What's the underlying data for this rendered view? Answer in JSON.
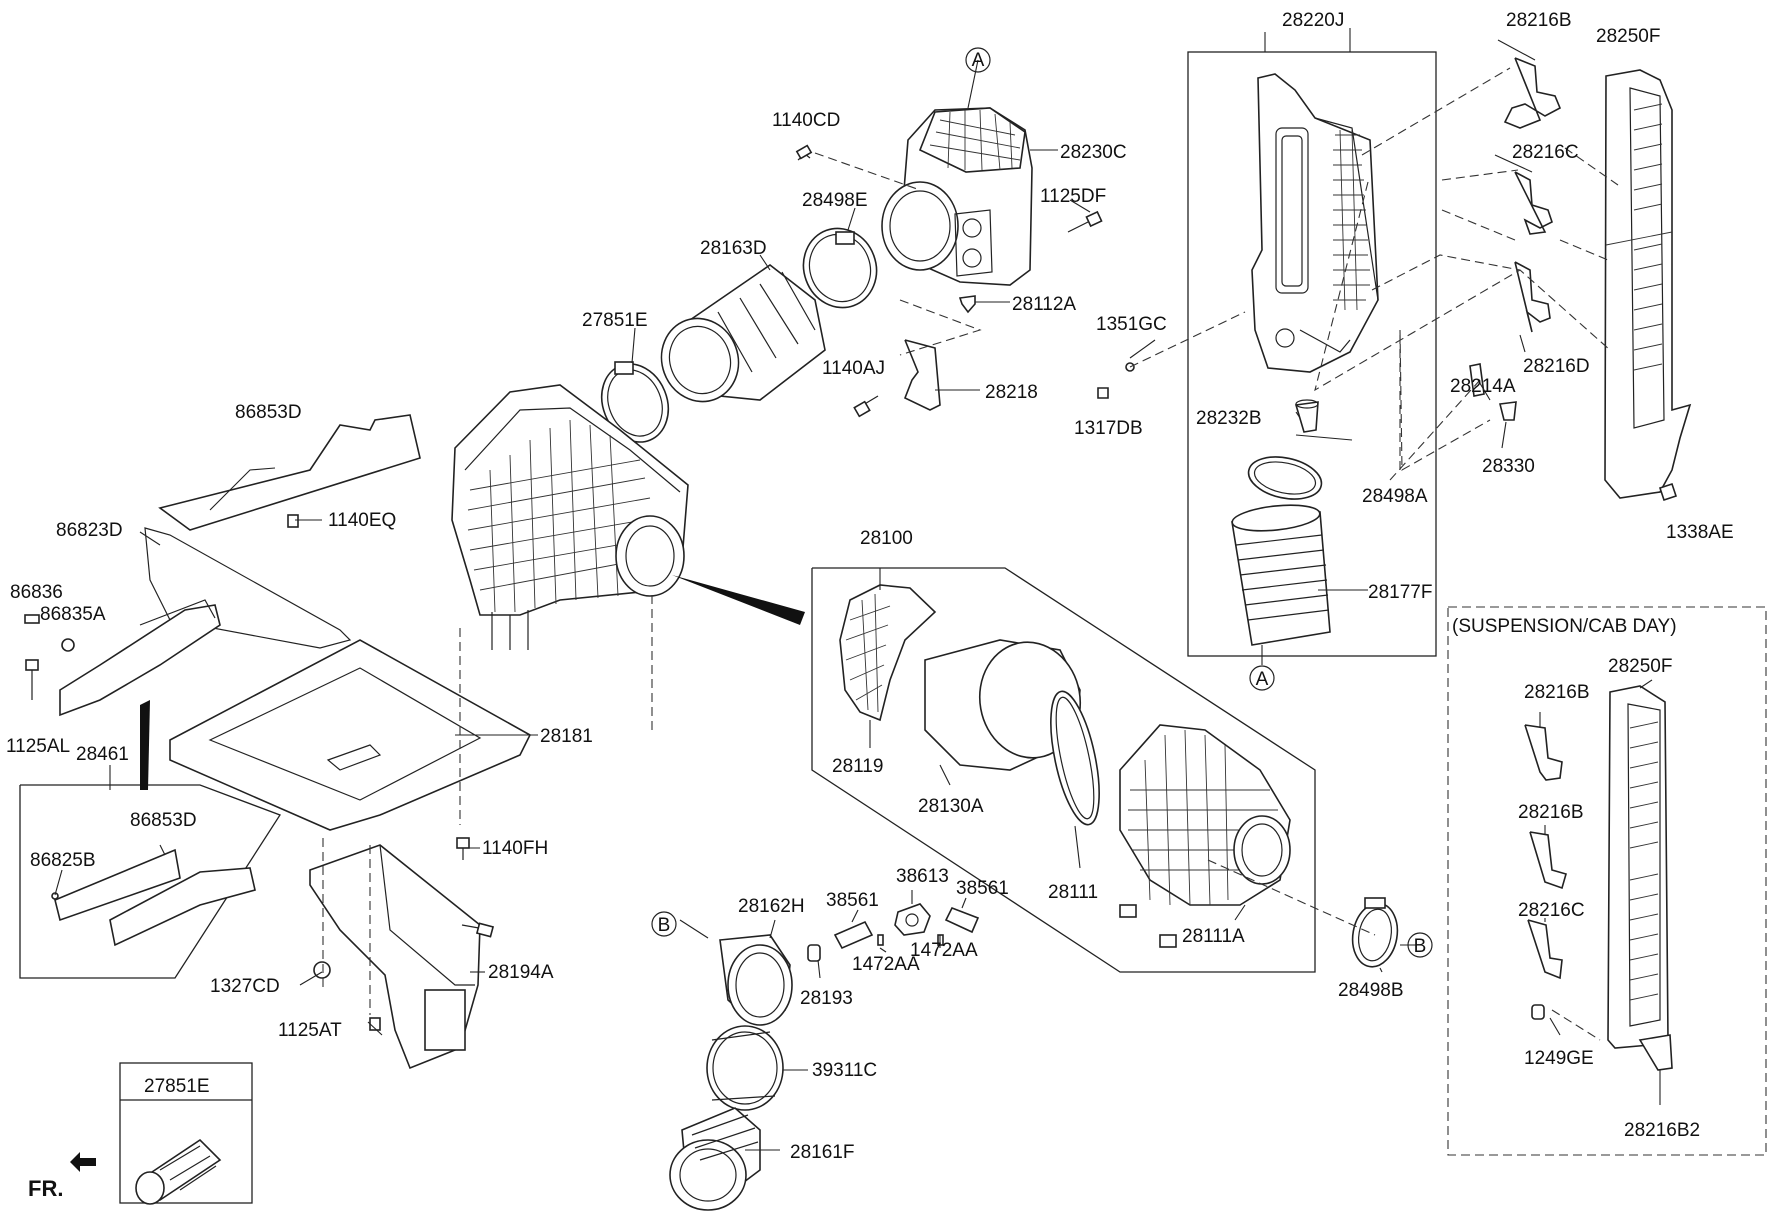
{
  "labels": {
    "p28220J": "28220J",
    "p28216B_top": "28216B",
    "p28250F_top": "28250F",
    "p28216C_top": "28216C",
    "p28216D": "28216D",
    "p1351GC": "1351GC",
    "p1317DB": "1317DB",
    "p28232B": "28232B",
    "p28214A": "28214A",
    "p28330": "28330",
    "p28498A": "28498A",
    "p1338AE": "1338AE",
    "p28177F": "28177F",
    "p1140CD": "1140CD",
    "p28230C": "28230C",
    "p1125DF": "1125DF",
    "p28498E": "28498E",
    "p28163D": "28163D",
    "p28112A": "28112A",
    "p27851E": "27851E",
    "p1140AJ": "1140AJ",
    "p28218": "28218",
    "p86853D_top": "86853D",
    "p1140EQ": "1140EQ",
    "p86823D": "86823D",
    "p86836": "86836",
    "p86835A": "86835A",
    "p1125AL": "1125AL",
    "p28461": "28461",
    "p86853D_box": "86853D",
    "p86825B": "86825B",
    "p28181": "28181",
    "p1140FH": "1140FH",
    "p1327CD": "1327CD",
    "p28194A": "28194A",
    "p1125AT": "1125AT",
    "p27851E_box": "27851E",
    "p28100": "28100",
    "p28119": "28119",
    "p28130A": "28130A",
    "p28111": "28111",
    "p28111A": "28111A",
    "p28498B": "28498B",
    "p28162H": "28162H",
    "p38561_a": "38561",
    "p38613": "38613",
    "p38561_b": "38561",
    "p28193": "28193",
    "p1472AA_a": "1472AA",
    "p1472AA_b": "1472AA",
    "p39311C": "39311C",
    "p28161F": "28161F",
    "suspension_title": "(SUSPENSION/CAB DAY)",
    "s28250F": "28250F",
    "s28216B_1": "28216B",
    "s28216B_2": "28216B",
    "s28216C": "28216C",
    "s1249GE": "1249GE",
    "s28216B2": "28216B2",
    "ref_A_top": "A",
    "ref_A_bottom": "A",
    "ref_B_left": "B",
    "ref_B_right": "B",
    "front_marker": "FR."
  }
}
